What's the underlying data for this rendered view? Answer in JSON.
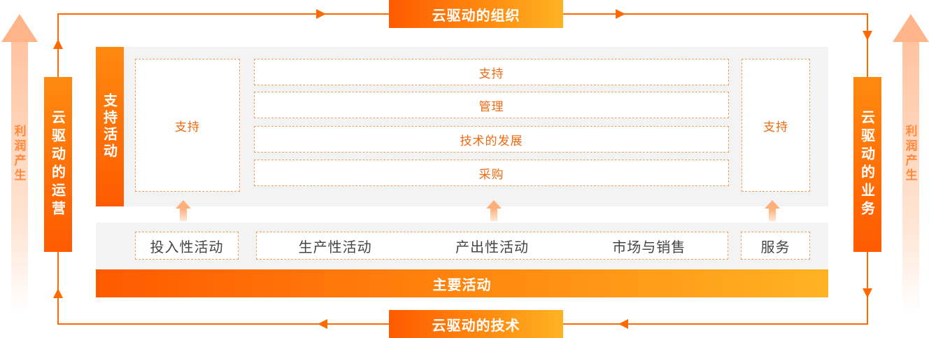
{
  "top_banner": "云驱动的组织",
  "bottom_banner": "云驱动的技术",
  "left_banner": "云驱动的运营",
  "right_banner": "云驱动的业务",
  "profit_left": "利润产生",
  "profit_right": "利润产生",
  "support_activities": {
    "label": "支持活动",
    "left_box": "支持",
    "right_box": "支持",
    "rows": [
      "支持",
      "管理",
      "技术的发展",
      "采购"
    ]
  },
  "primary_activities": {
    "label": "主要活动",
    "inbound": "投入性活动",
    "middle": [
      "生产性活动",
      "产出性活动",
      "市场与销售"
    ],
    "service": "服务"
  },
  "colors": {
    "accent": "#ff6a00",
    "accent_light": "#ffb322",
    "text_orange": "#ee6a10",
    "panel": "#f3f3f3"
  }
}
